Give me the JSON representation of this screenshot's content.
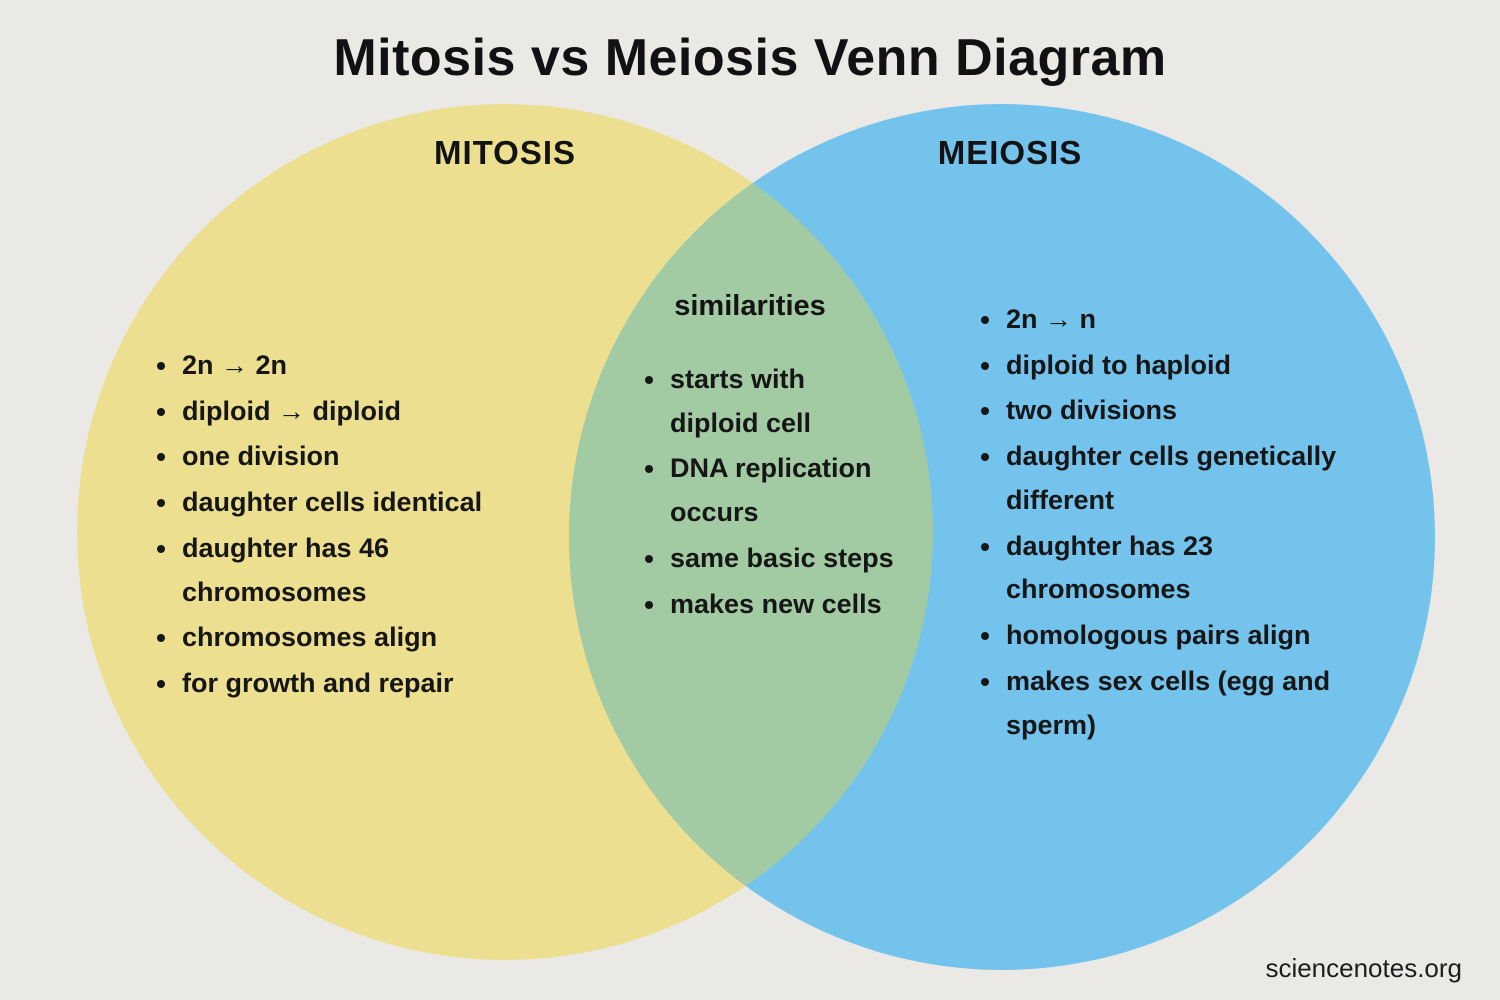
{
  "title": "Mitosis vs Meiosis Venn Diagram",
  "colors": {
    "background": "#eae9e5",
    "left_circle": "#ecdf90",
    "right_circle": "#74c3ec",
    "overlap": "#a3cba3",
    "text": "#161616"
  },
  "venn": {
    "left": {
      "label": "MITOSIS",
      "items": [
        "2n → 2n",
        "diploid → diploid",
        "one division",
        "daughter cells identical",
        "daughter has 46 chromosomes",
        "chromosomes align",
        "for growth and repair"
      ]
    },
    "middle": {
      "label": "similarities",
      "items": [
        "starts with diploid cell",
        "DNA replication occurs",
        "same basic steps",
        "makes new cells"
      ]
    },
    "right": {
      "label": "MEIOSIS",
      "items": [
        "2n → n",
        "diploid to haploid",
        "two divisions",
        "daughter cells genetically different",
        "daughter has 23 chromosomes",
        "homologous pairs align",
        "makes sex cells (egg and sperm)"
      ]
    }
  },
  "footer": "sciencenotes.org"
}
